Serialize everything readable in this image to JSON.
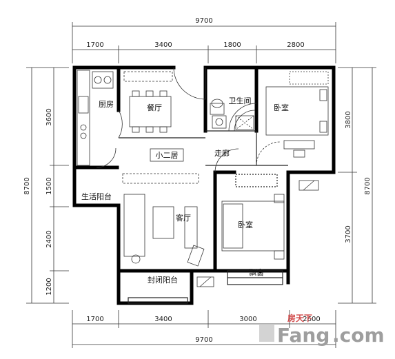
{
  "dimensions": {
    "top_total": "9700",
    "top_segments": [
      "1700",
      "3400",
      "1800",
      "2800"
    ],
    "bottom_segments": [
      "1700",
      "3400",
      "3000",
      "2600"
    ],
    "bottom_total": "9700",
    "left_total": "8700",
    "left_segments": [
      "3600",
      "1500",
      "2400",
      "1200"
    ],
    "right_total": "8700",
    "right_segments": [
      "3800",
      "3700"
    ]
  },
  "rooms": {
    "kitchen": "厨房",
    "dining": "餐厅",
    "bathroom": "卫生间",
    "bedroom_top": "卧室",
    "corridor": "走廊",
    "layout_tag": "小二居",
    "utility_balcony": "生活阳台",
    "living": "客厅",
    "bedroom_bottom": "卧室",
    "bay_window": "飘窗",
    "enclosed_balcony": "封闭阳台"
  },
  "watermark": {
    "top": "房天下",
    "brand": "Fang",
    "domain": ".com"
  }
}
